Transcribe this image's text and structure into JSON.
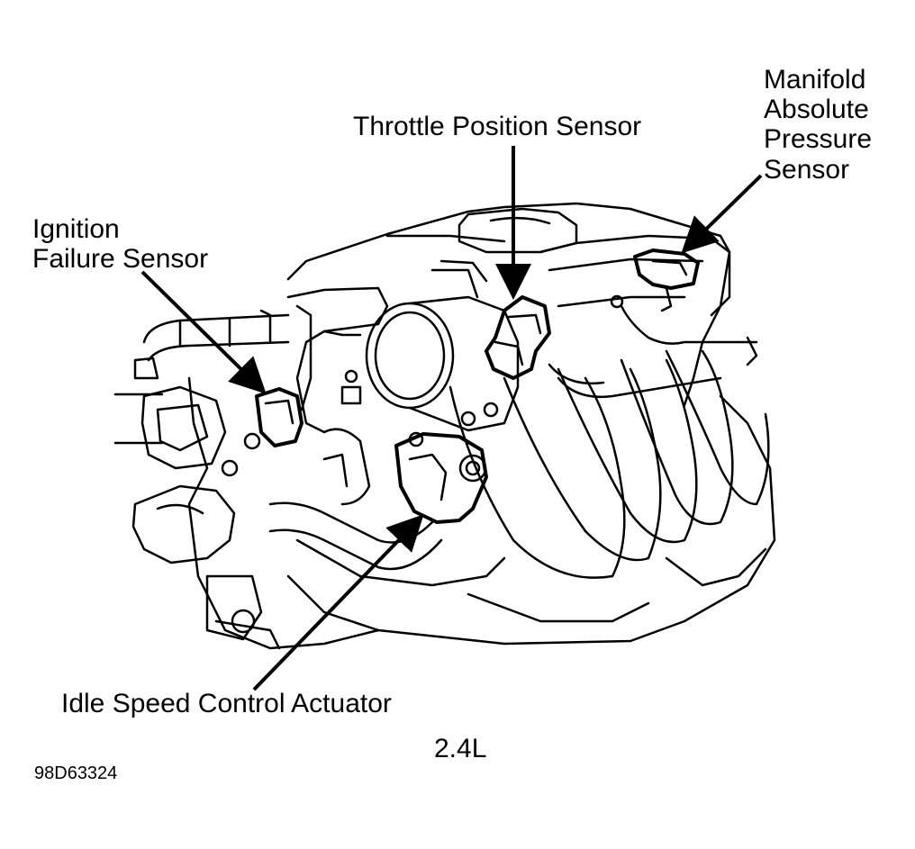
{
  "labels": {
    "throttle_position_sensor": "Throttle Position Sensor",
    "map_sensor_line1": "Manifold",
    "map_sensor_line2": "Absolute",
    "map_sensor_line3": "Pressure",
    "map_sensor_line4": "Sensor",
    "ignition_failure_line1": "Ignition",
    "ignition_failure_line2": "Failure Sensor",
    "idle_speed_control_actuator": "Idle Speed Control Actuator",
    "engine_size": "2.4L",
    "figure_code": "98D63324"
  },
  "colors": {
    "ink": "#000000",
    "paper": "#ffffff"
  }
}
